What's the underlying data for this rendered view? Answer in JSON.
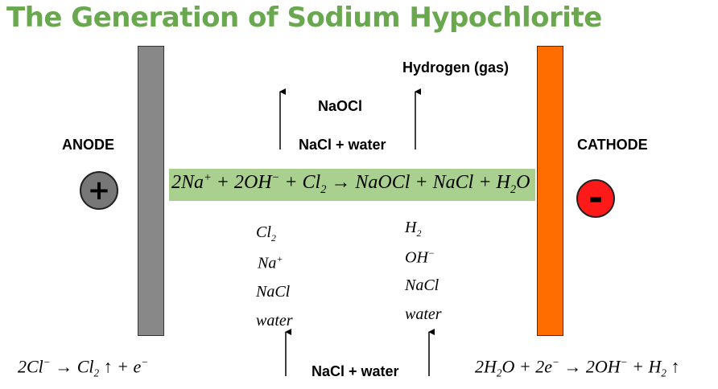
{
  "title": "The Generation of Sodium Hypochlorite",
  "anode": {
    "label": "ANODE",
    "sign": "+",
    "color": "#888888",
    "sign_color": "#777777"
  },
  "cathode": {
    "label": "CATHODE",
    "sign": "-",
    "color": "#ff6d00",
    "sign_color": "#ff1a1a"
  },
  "labels": {
    "hydrogen_gas": "Hydrogen (gas)",
    "naocl": "NaOCl",
    "nacl_water_top": "NaCl + water",
    "nacl_water_bottom": "NaCl + water"
  },
  "main_equation": {
    "text": "2Na+ + 2OH− + Cl2 → NaOCl + NaCl + H2O",
    "highlight_color": "#a9d08e"
  },
  "anode_species": [
    "Cl2",
    "Na+",
    "NaCl",
    "water"
  ],
  "cathode_species": [
    "H2",
    "OH−",
    "NaCl",
    "water"
  ],
  "anode_reaction": "2Cl− → Cl2 ↑ + e−",
  "cathode_reaction": "2H2O + 2e− → 2OH− + H2 ↑"
}
